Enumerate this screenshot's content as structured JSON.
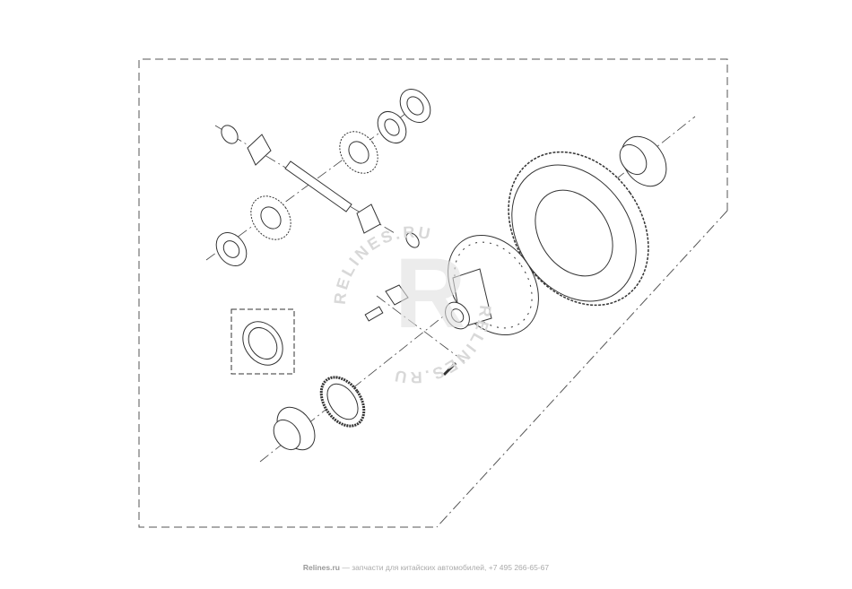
{
  "watermark": {
    "text": "RELINES.RU",
    "letter": "R"
  },
  "footer": {
    "brand": "Relines.ru",
    "text": " — запчасти для китайских автомобилей, +7 495 266-65-67"
  },
  "colors": {
    "line": "#333333",
    "border": "#555555",
    "watermark": "#e8e8e8",
    "footer": "#aaaaaa"
  }
}
